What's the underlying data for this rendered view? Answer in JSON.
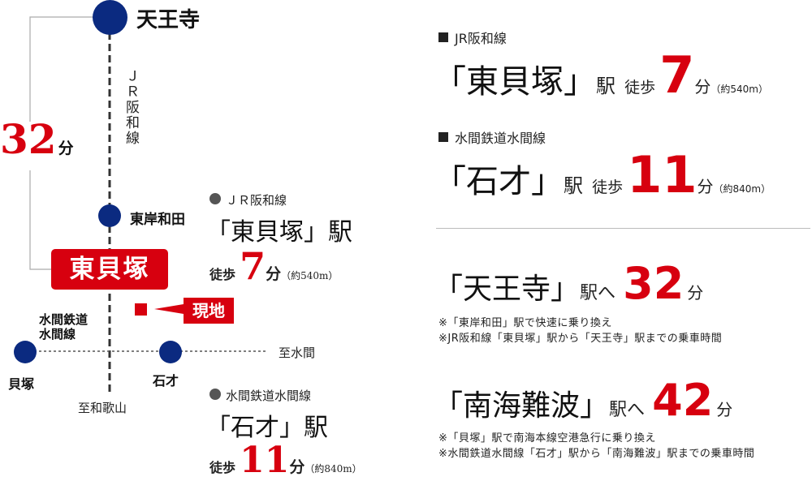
{
  "colors": {
    "line_blue": "#0b2a80",
    "accent_red": "#d7000f",
    "text": "#222222"
  },
  "map": {
    "tennoji": "天王寺",
    "jr_line_vertical": "ＪＲ阪和線",
    "time_32": "32",
    "time_unit": "分",
    "higashikishiwada": "東岸和田",
    "higashikaizuka": "東貝塚",
    "genchi": "現地",
    "mizuma_line": [
      "水間鉄道",
      "水間線"
    ],
    "to_mizuma": "至水間",
    "kaizuka": "貝塚",
    "ishizai": "石才",
    "to_wakayama": "至和歌山"
  },
  "map_info": {
    "jr_title": "ＪＲ阪和線",
    "jr_station": "「東貝塚」駅",
    "walk": "徒歩",
    "jr_min": "7",
    "min_unit": "分",
    "jr_dist": "（約540m）",
    "mizuma_title": "水間鉄道水間線",
    "mizuma_station": "「石才」駅",
    "mizuma_min": "11",
    "mizuma_dist": "（約840m）"
  },
  "right": {
    "block1": {
      "line": "JR阪和線",
      "station": "「東貝塚」",
      "eki": "駅",
      "walk": "徒歩",
      "min": "7",
      "unit": "分",
      "dist": "（約540m）"
    },
    "block2": {
      "line": "水間鉄道水間線",
      "station": "「石才」",
      "eki": "駅",
      "walk": "徒歩",
      "min": "11",
      "unit": "分",
      "dist": "（約840m）"
    },
    "block3": {
      "station": "「天王寺」",
      "eki": "駅へ",
      "min": "32",
      "unit": "分",
      "notes": [
        "※「東岸和田」駅で快速に乗り換え",
        "※JR阪和線「東貝塚」駅から「天王寺」駅までの乗車時間"
      ]
    },
    "block4": {
      "station": "「南海難波」",
      "eki": "駅へ",
      "min": "42",
      "unit": "分",
      "notes": [
        "※「貝塚」駅で南海本線空港急行に乗り換え",
        "※水間鉄道水間線「石才」駅から「南海難波」駅までの乗車時間"
      ]
    }
  }
}
